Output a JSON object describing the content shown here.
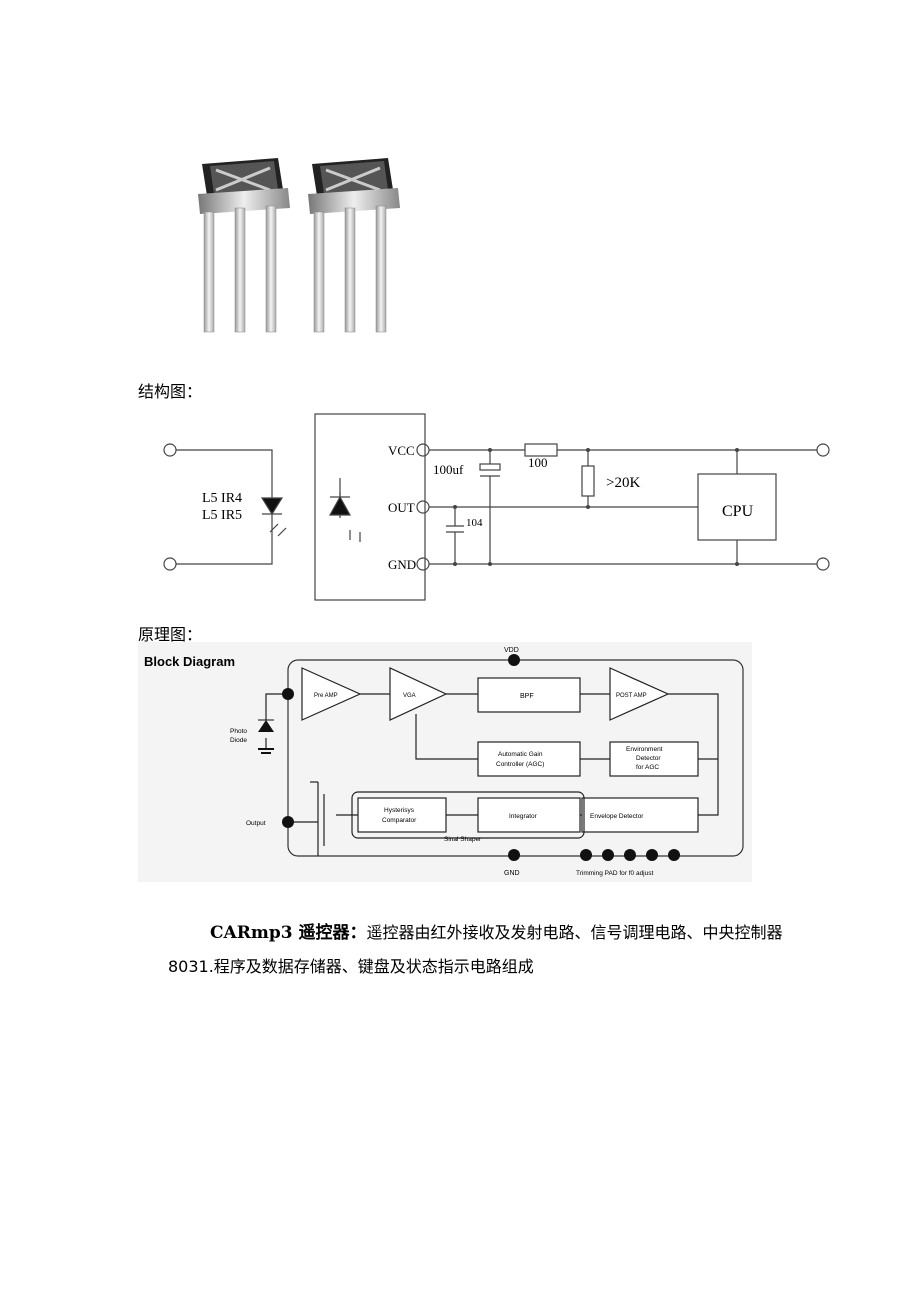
{
  "photo": {
    "alt": ""
  },
  "section_structure": {
    "title": "结构图："
  },
  "circuit": {
    "component_label_1": "L5  IR4",
    "component_label_2": "L5  IR5",
    "pin_vcc": "VCC",
    "pin_out": "OUT",
    "pin_gnd": "GND",
    "cap_electrolytic": "100uf",
    "cap_ceramic": "104",
    "resistor_series": "100",
    "resistor_pullup": ">20K",
    "cpu": "CPU"
  },
  "section_principle": {
    "title": "原理图："
  },
  "block_diagram": {
    "title": "Block Diagram",
    "vdd": "VDD",
    "gnd": "GND",
    "pre_amp": "Pre AMP",
    "vga": "VGA",
    "bpf": "BPF",
    "post_amp": "POST AMP",
    "agc_line1": "Automatic Gain",
    "agc_line2": "Controller (AGC)",
    "env_det_line1": "Environment",
    "env_det_line2": "Detector",
    "env_det_line3": "for AGC",
    "envelope": "Envelope Detector",
    "integrator": "Integrator",
    "hyst_line1": "Hysterisys",
    "hyst_line2": "Comparator",
    "shaper": "Sinal Shaper",
    "photo_line1": "Photo",
    "photo_line2": "Diode",
    "output": "Output",
    "trimming": "Trimming PAD  for f0 adjust"
  },
  "paragraph": {
    "lead": "CARmp3 遥控器：",
    "body": "遥控器由红外接收及发射电路、信号调理电路、中央控制器 8031.程序及数据存储器、键盘及状态指示电路组成"
  }
}
